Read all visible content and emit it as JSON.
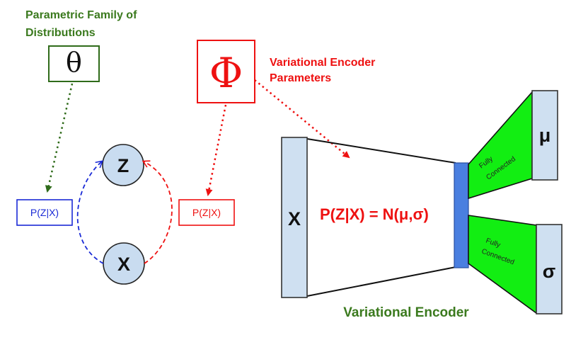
{
  "parametric_family": {
    "title_line1": "Parametric Family of",
    "title_line2": "Distributions",
    "symbol": "θ"
  },
  "variational_params": {
    "title_line1": "Variational Encoder",
    "title_line2": "Parameters",
    "symbol": "Φ"
  },
  "graph": {
    "node_z": "Z",
    "node_x": "X",
    "posterior_blue": "P(Z|X)",
    "posterior_red": "P(Z|X)"
  },
  "encoder": {
    "input_label": "X",
    "formula": "P(Z|X) = N(μ,σ)",
    "fc_top_line1": "Fully",
    "fc_top_line2": "Connected",
    "fc_bottom_line1": "Fully",
    "fc_bottom_line2": "Connected",
    "mu_label": "μ",
    "sigma_label": "σ",
    "caption": "Variational Encoder"
  },
  "colors": {
    "green": "#3b7a1e",
    "red": "#ee1111",
    "blue": "#1a2ad6",
    "node_fill": "#c9dcf0",
    "layer_fill": "#cfe0f1",
    "bottleneck": "#4a7fe0",
    "fc_fill": "#12ee12"
  }
}
